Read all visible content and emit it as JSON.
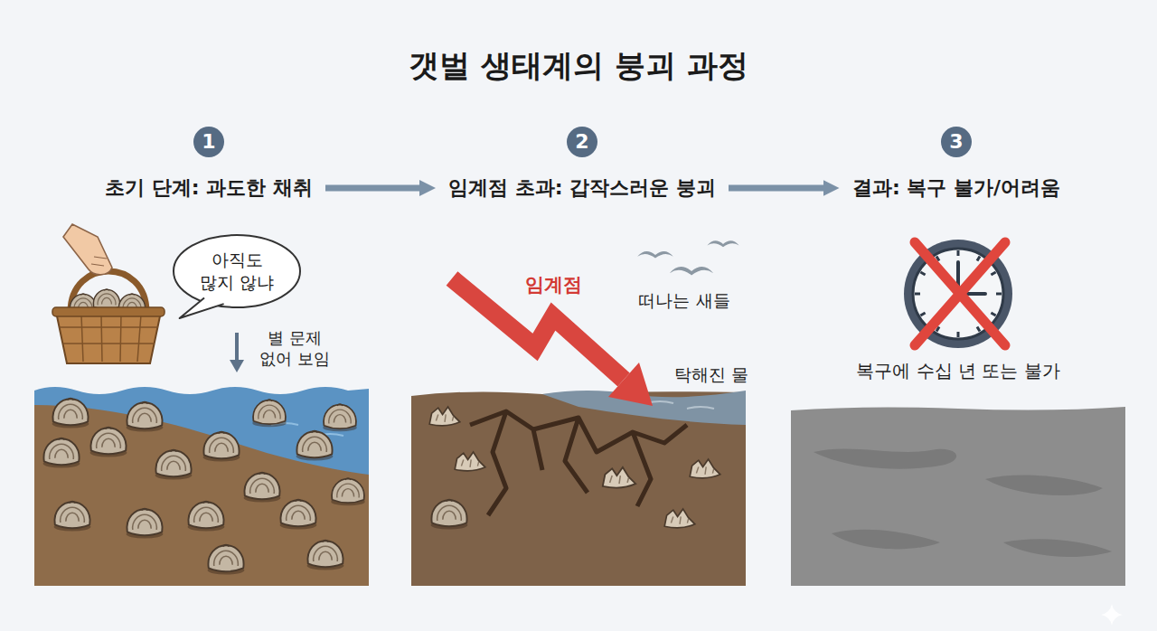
{
  "diagram": {
    "title": "갯벌 생태계의 붕괴 과정",
    "nodes": [
      {
        "text": [
          "1"
        ]
      },
      {
        "text": [
          "초기 단계: 과도한 채취"
        ]
      },
      {
        "text": [
          "2"
        ]
      },
      {
        "text": [
          "임계점 초과: 갑작스러운 붕괴"
        ]
      },
      {
        "text": [
          "3"
        ]
      },
      {
        "text": [
          "결과: 복구 불가/어려움"
        ]
      },
      {
        "text": [
          "아직도 많지 않냐"
        ]
      }
    ],
    "edges": [
      {
        "from": 1,
        "to": 3,
        "arrow": "to"
      },
      {
        "from": 3,
        "to": 5,
        "arrow": "to"
      }
    ],
    "labels": [
      "별 문제 없어 보임",
      "임계점",
      "떠나는 새들",
      "탁해진 물",
      "복구에 수십 년 또는 불가"
    ]
  }
}
